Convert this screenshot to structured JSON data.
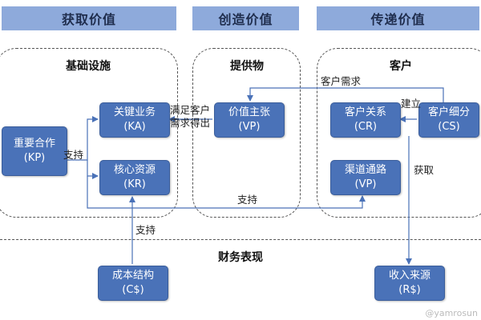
{
  "headers": {
    "acquire": "获取价值",
    "create": "创造价值",
    "deliver": "传递价值"
  },
  "regions": {
    "infrastructure": "基础设施",
    "offering": "提供物",
    "customer": "客户",
    "finance": "财务表现"
  },
  "boxes": {
    "kp": {
      "name": "重要合作",
      "code": "(KP)"
    },
    "ka": {
      "name": "关键业务",
      "code": "(KA)"
    },
    "kr": {
      "name": "核心资源",
      "code": "(KR)"
    },
    "vp": {
      "name": "价值主张",
      "code": "(VP)"
    },
    "cr": {
      "name": "客户关系",
      "code": "(CR)"
    },
    "cs": {
      "name": "客户细分",
      "code": "(CS)"
    },
    "ch": {
      "name": "渠道通路",
      "code": "(VP)"
    },
    "cost": {
      "name": "成本结构",
      "code": "(C$)"
    },
    "rev": {
      "name": "收入来源",
      "code": "(R$)"
    }
  },
  "labels": {
    "customer_needs": "客户需求",
    "build": "建立",
    "meet_line1": "满足客户",
    "meet_line2": "需求得出",
    "support_kp": "支持",
    "support_channel": "支持",
    "support_cost": "支持",
    "acquire": "获取"
  },
  "watermark": "@yamrosun"
}
